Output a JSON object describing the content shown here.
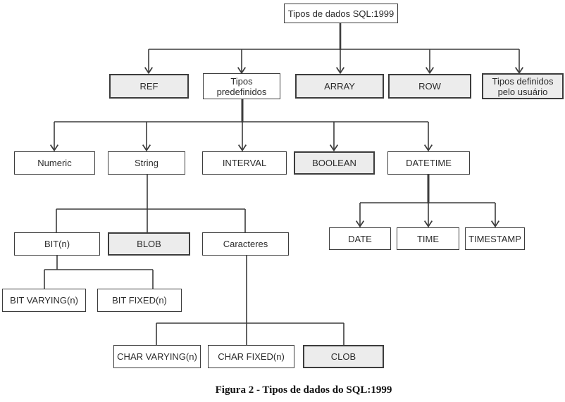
{
  "figure": {
    "caption": "Figura 2 - Tipos de dados do SQL:1999"
  },
  "colors": {
    "shaded_fill": "#ececec",
    "plain_fill": "#ffffff",
    "line": "#3c3c3c",
    "text": "#2b2b2b"
  },
  "nodes": {
    "root": {
      "label": "Tipos de dados SQL:1999",
      "shaded": false
    },
    "ref": {
      "label": "REF",
      "shaded": true
    },
    "predefined": {
      "label": "Tipos\npredefinidos",
      "shaded": false
    },
    "array": {
      "label": "ARRAY",
      "shaded": true
    },
    "row": {
      "label": "ROW",
      "shaded": true
    },
    "user_defined": {
      "label": "Tipos definidos\npelo usuário",
      "shaded": true
    },
    "numeric": {
      "label": "Numeric",
      "shaded": false
    },
    "string": {
      "label": "String",
      "shaded": false
    },
    "interval": {
      "label": "INTERVAL",
      "shaded": false
    },
    "boolean": {
      "label": "BOOLEAN",
      "shaded": true
    },
    "datetime": {
      "label": "DATETIME",
      "shaded": false
    },
    "date": {
      "label": "DATE",
      "shaded": false
    },
    "time": {
      "label": "TIME",
      "shaded": false
    },
    "timestamp": {
      "label": "TIMESTAMP",
      "shaded": false
    },
    "bit_n": {
      "label": "BIT(n)",
      "shaded": false
    },
    "blob": {
      "label": "BLOB",
      "shaded": true
    },
    "caracteres": {
      "label": "Caracteres",
      "shaded": false
    },
    "bit_varying": {
      "label": "BIT VARYING(n)",
      "shaded": false
    },
    "bit_fixed": {
      "label": "BIT FIXED(n)",
      "shaded": false
    },
    "char_varying": {
      "label": "CHAR VARYING(n)",
      "shaded": false
    },
    "char_fixed": {
      "label": "CHAR FIXED(n)",
      "shaded": false
    },
    "clob": {
      "label": "CLOB",
      "shaded": true
    }
  }
}
